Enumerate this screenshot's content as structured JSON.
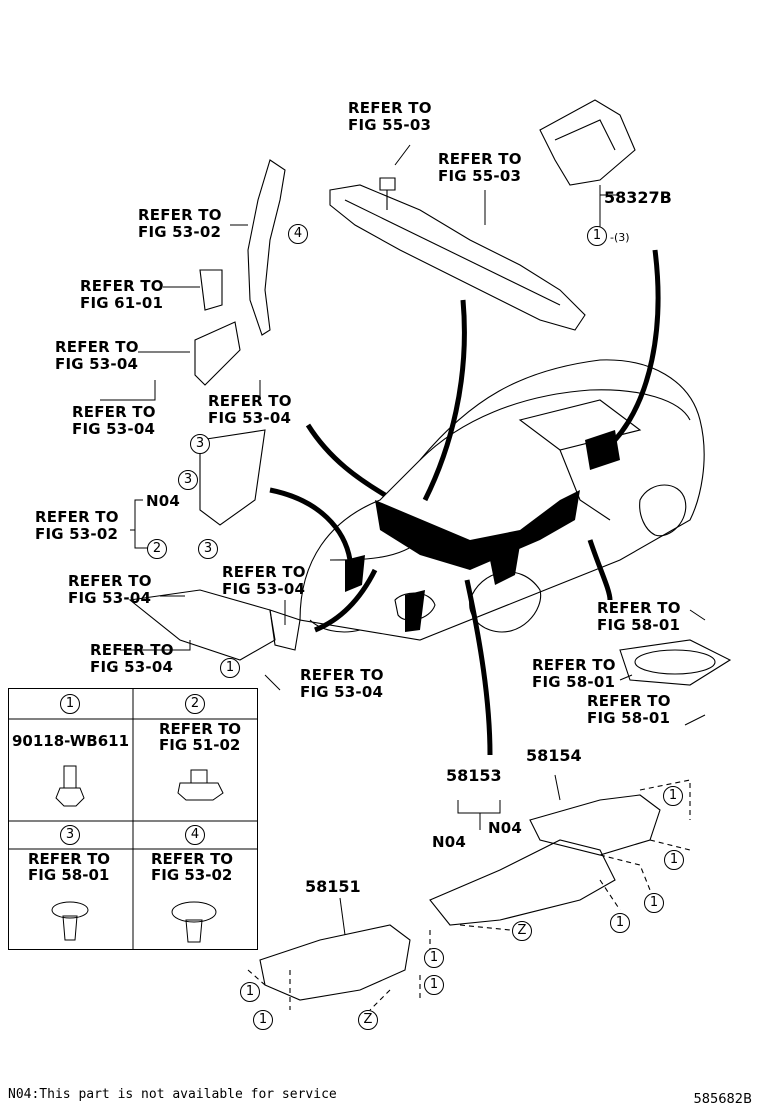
{
  "illustration_code": "585682B",
  "footnote": "N04:This part is not available for service",
  "part_numbers": {
    "p58327B": "58327B",
    "p58153": "58153",
    "p58154": "58154",
    "p58151": "58151"
  },
  "refs": {
    "r1": "REFER TO\nFIG 55-03",
    "r2": "REFER TO\nFIG 55-03",
    "r3": "REFER TO\nFIG 53-02",
    "r4": "REFER TO\nFIG 61-01",
    "r5": "REFER TO\nFIG 53-04",
    "r6": "REFER TO\nFIG 53-04",
    "r7": "REFER TO\nFIG 53-04",
    "r8": "REFER TO\nFIG 53-02",
    "r9": "REFER TO\nFIG 53-04",
    "r10": "REFER TO\nFIG 53-04",
    "r11": "REFER TO\nFIG 53-04",
    "r12": "REFER TO\nFIG 53-04",
    "r13": "REFER TO\nFIG 58-01",
    "r14": "REFER TO\nFIG 58-01",
    "r15": "REFER TO\nFIG 58-01"
  },
  "n04": "N04",
  "qty_note": "-(3)",
  "callouts": {
    "one": "1",
    "two": "2",
    "three": "3",
    "four": "4",
    "z": "Z"
  },
  "legend": {
    "c1_num": "1",
    "c1_part": "90118-WB611",
    "c2_num": "2",
    "c2_ref": "REFER TO\nFIG 51-02",
    "c3_num": "3",
    "c3_ref": "REFER TO\nFIG 58-01",
    "c4_num": "4",
    "c4_ref": "REFER TO\nFIG 53-02"
  }
}
